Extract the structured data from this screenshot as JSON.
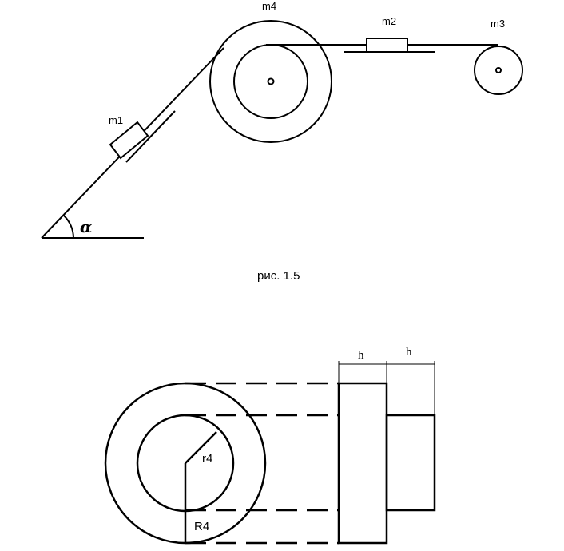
{
  "figure_top": {
    "labels": {
      "m1": "m1",
      "m2": "m2",
      "m3": "m3",
      "m4": "m4",
      "angle": "α"
    },
    "caption": "рис. 1.5"
  },
  "figure_bottom": {
    "labels": {
      "r_small": "r4",
      "r_large": "R4",
      "h_left": "h",
      "h_right": "h"
    }
  },
  "colors": {
    "stroke": "#000000",
    "background": "#ffffff"
  }
}
